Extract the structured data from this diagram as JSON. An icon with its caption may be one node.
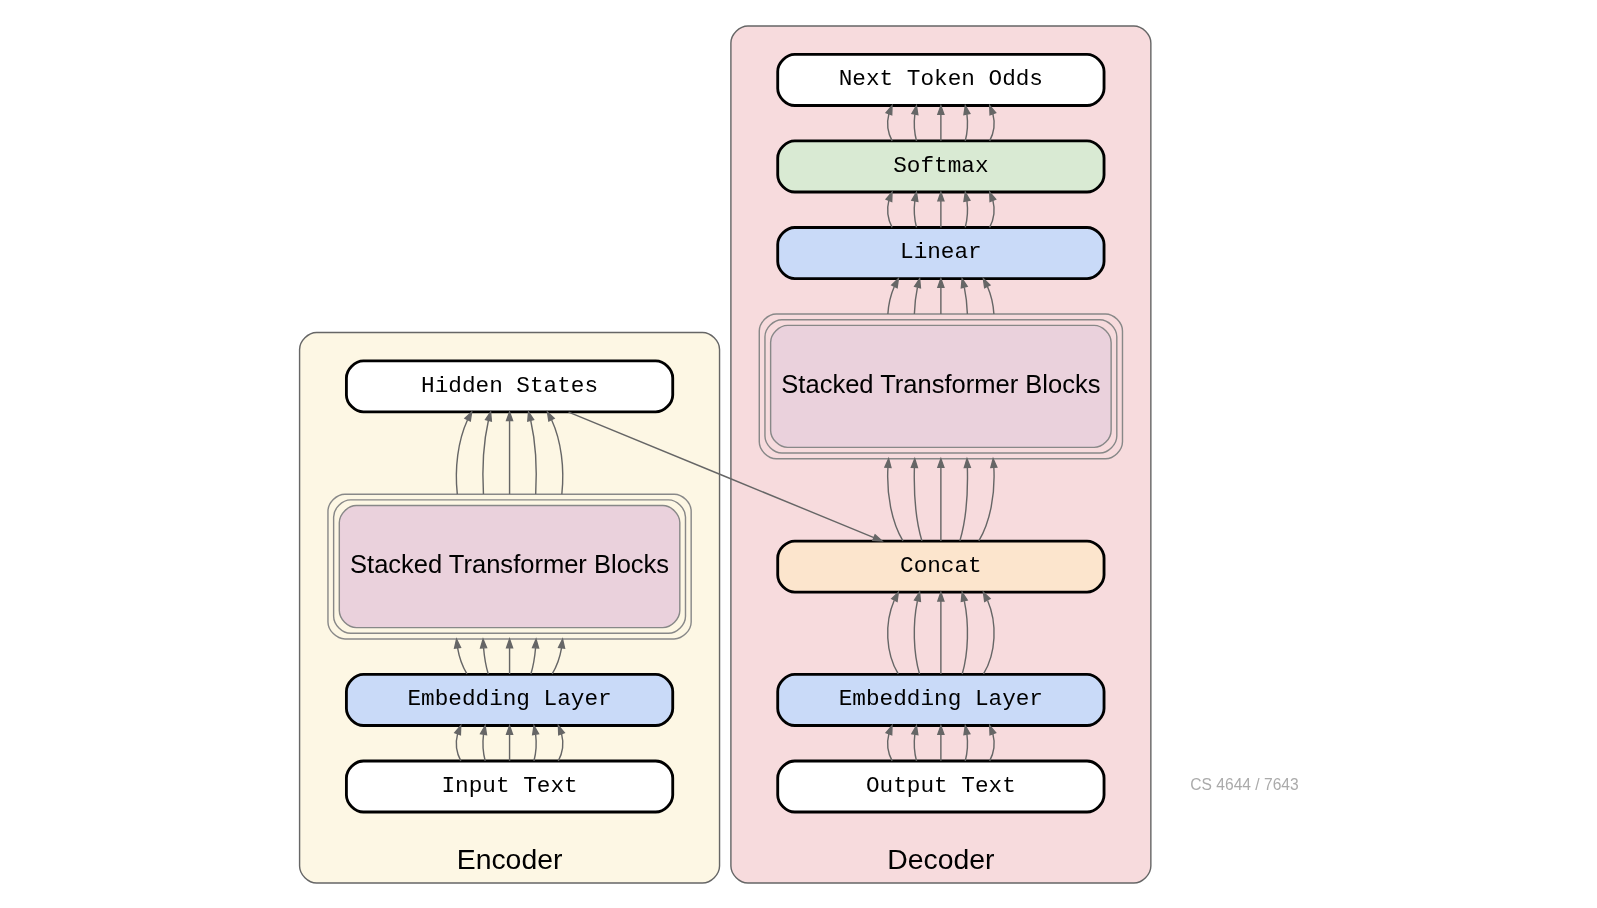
{
  "diagram": {
    "nodes": [
      {
        "text": [
          "Encoder"
        ]
      },
      {
        "text": [
          "Hidden States"
        ],
        "in": 0
      },
      {
        "text": [
          "Stacked Transformer Blocks"
        ],
        "in": 0
      },
      {
        "text": [
          "Embedding Layer"
        ],
        "in": 0
      },
      {
        "text": [
          "Input Text"
        ],
        "in": 0
      },
      {
        "text": [
          "Decoder"
        ]
      },
      {
        "text": [
          "Next Token Odds"
        ],
        "in": 5
      },
      {
        "text": [
          "Softmax"
        ],
        "in": 5
      },
      {
        "text": [
          "Linear"
        ],
        "in": 5
      },
      {
        "text": [
          "Stacked Transformer Blocks"
        ],
        "in": 5
      },
      {
        "text": [
          "Concat"
        ],
        "in": 5
      },
      {
        "text": [
          "Embedding Layer"
        ],
        "in": 5
      },
      {
        "text": [
          "Output Text"
        ],
        "in": 5
      }
    ],
    "edges": [
      {
        "from": 4,
        "to": 3,
        "arrow": "to"
      },
      {
        "from": 4,
        "to": 3,
        "arrow": "to"
      },
      {
        "from": 4,
        "to": 3,
        "arrow": "to"
      },
      {
        "from": 4,
        "to": 3,
        "arrow": "to"
      },
      {
        "from": 4,
        "to": 3,
        "arrow": "to"
      },
      {
        "from": 3,
        "to": 2,
        "arrow": "to"
      },
      {
        "from": 3,
        "to": 2,
        "arrow": "to"
      },
      {
        "from": 3,
        "to": 2,
        "arrow": "to"
      },
      {
        "from": 3,
        "to": 2,
        "arrow": "to"
      },
      {
        "from": 3,
        "to": 2,
        "arrow": "to"
      },
      {
        "from": 2,
        "to": 1,
        "arrow": "to"
      },
      {
        "from": 2,
        "to": 1,
        "arrow": "to"
      },
      {
        "from": 2,
        "to": 1,
        "arrow": "to"
      },
      {
        "from": 2,
        "to": 1,
        "arrow": "to"
      },
      {
        "from": 2,
        "to": 1,
        "arrow": "to"
      },
      {
        "from": 1,
        "to": 10,
        "arrow": "to"
      },
      {
        "from": 12,
        "to": 11,
        "arrow": "to"
      },
      {
        "from": 12,
        "to": 11,
        "arrow": "to"
      },
      {
        "from": 12,
        "to": 11,
        "arrow": "to"
      },
      {
        "from": 12,
        "to": 11,
        "arrow": "to"
      },
      {
        "from": 12,
        "to": 11,
        "arrow": "to"
      },
      {
        "from": 11,
        "to": 10,
        "arrow": "to"
      },
      {
        "from": 11,
        "to": 10,
        "arrow": "to"
      },
      {
        "from": 11,
        "to": 10,
        "arrow": "to"
      },
      {
        "from": 11,
        "to": 10,
        "arrow": "to"
      },
      {
        "from": 11,
        "to": 10,
        "arrow": "to"
      },
      {
        "from": 10,
        "to": 9,
        "arrow": "to"
      },
      {
        "from": 10,
        "to": 9,
        "arrow": "to"
      },
      {
        "from": 10,
        "to": 9,
        "arrow": "to"
      },
      {
        "from": 10,
        "to": 9,
        "arrow": "to"
      },
      {
        "from": 10,
        "to": 9,
        "arrow": "to"
      },
      {
        "from": 9,
        "to": 8,
        "arrow": "to"
      },
      {
        "from": 9,
        "to": 8,
        "arrow": "to"
      },
      {
        "from": 9,
        "to": 8,
        "arrow": "to"
      },
      {
        "from": 9,
        "to": 8,
        "arrow": "to"
      },
      {
        "from": 9,
        "to": 8,
        "arrow": "to"
      },
      {
        "from": 8,
        "to": 7,
        "arrow": "to"
      },
      {
        "from": 8,
        "to": 7,
        "arrow": "to"
      },
      {
        "from": 8,
        "to": 7,
        "arrow": "to"
      },
      {
        "from": 8,
        "to": 7,
        "arrow": "to"
      },
      {
        "from": 8,
        "to": 7,
        "arrow": "to"
      },
      {
        "from": 7,
        "to": 6,
        "arrow": "to"
      },
      {
        "from": 7,
        "to": 6,
        "arrow": "to"
      },
      {
        "from": 7,
        "to": 6,
        "arrow": "to"
      },
      {
        "from": 7,
        "to": 6,
        "arrow": "to"
      },
      {
        "from": 7,
        "to": 6,
        "arrow": "to"
      }
    ],
    "labels": [
      "CS 4644 / 7643"
    ]
  }
}
